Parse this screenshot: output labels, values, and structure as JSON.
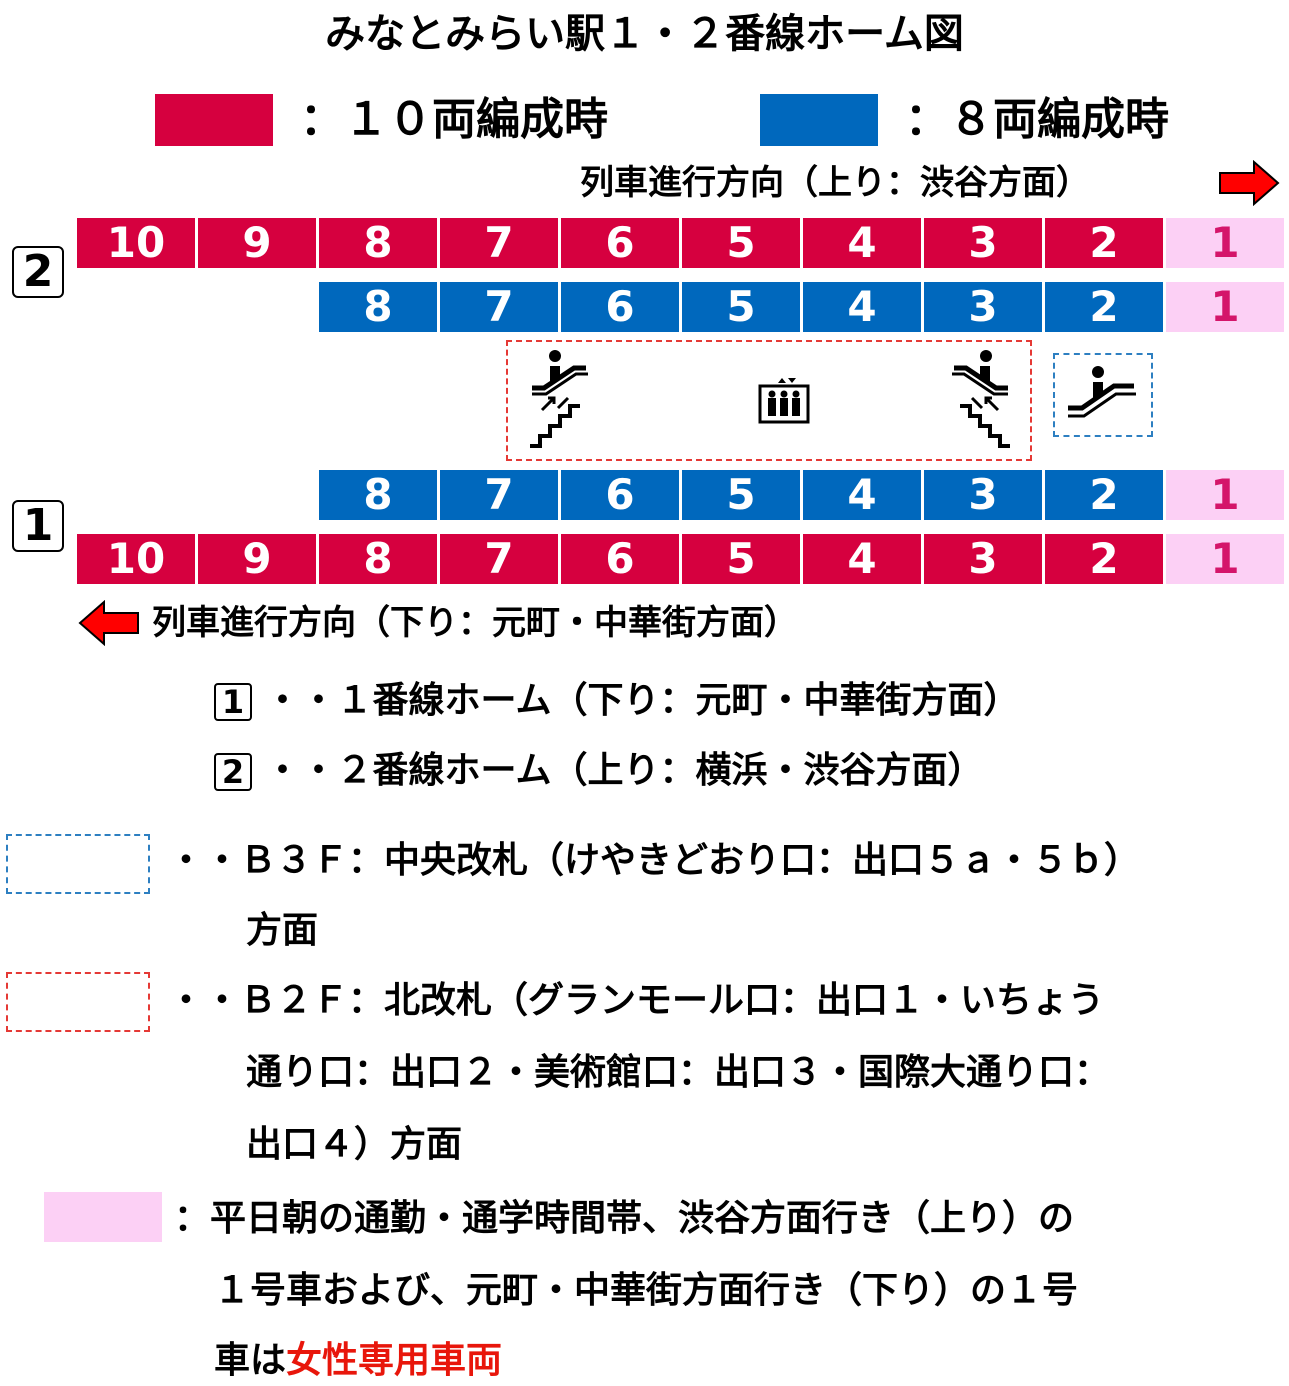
{
  "title": "みなとみらい駅１・２番線ホーム図",
  "legend": {
    "ten_car": {
      "color": "#d6003f",
      "label": "：１０両編成時"
    },
    "eight_car": {
      "color": "#0068bd",
      "label": "：８両編成時"
    }
  },
  "direction_up": "列車進行方向（上り：渋谷方面）",
  "direction_down": "列車進行方向（下り：元町・中華街方面）",
  "tracks": {
    "track2_label": "2",
    "track1_label": "1"
  },
  "cars": {
    "ten": [
      "10",
      "9",
      "8",
      "7",
      "6",
      "5",
      "4",
      "3",
      "2",
      "1"
    ],
    "eight": [
      "8",
      "7",
      "6",
      "5",
      "4",
      "3",
      "2",
      "1"
    ]
  },
  "colors": {
    "ten_car": "#d6003f",
    "eight_car": "#0068bd",
    "women_only": "#fcd0f5",
    "women_only_text": "#d4156a",
    "b2f_box": "#e53935",
    "b3f_box": "#2d7fc1",
    "highlight": "#e8160b"
  },
  "facilities": [
    "escalator-stairs-icon",
    "elevator-icon",
    "escalator-stairs-icon",
    "escalator-icon"
  ],
  "platform_notes": [
    {
      "badge": "1",
      "text": "・・１番線ホーム（下り：元町・中華街方面）"
    },
    {
      "badge": "2",
      "text": "・・２番線ホーム（上り：横浜・渋谷方面）"
    }
  ],
  "gate_notes": {
    "b3f_line1": "・・Ｂ３Ｆ：中央改札（けやきどおり口：出口５ａ・５ｂ）",
    "b3f_line2": "方面",
    "b2f_line1": "・・Ｂ２Ｆ：北改札（グランモール口：出口１・いちょう",
    "b2f_line2": "通り口：出口２・美術館口：出口３・国際大通り口：",
    "b2f_line3": "出口４）方面"
  },
  "women_note": {
    "line1": "：平日朝の通勤・通学時間帯、渋谷方面行き（上り）の",
    "line2": "１号車および、元町・中華街方面行き（下り）の１号",
    "line3_prefix": "車は",
    "line3_highlight": "女性専用車両"
  }
}
